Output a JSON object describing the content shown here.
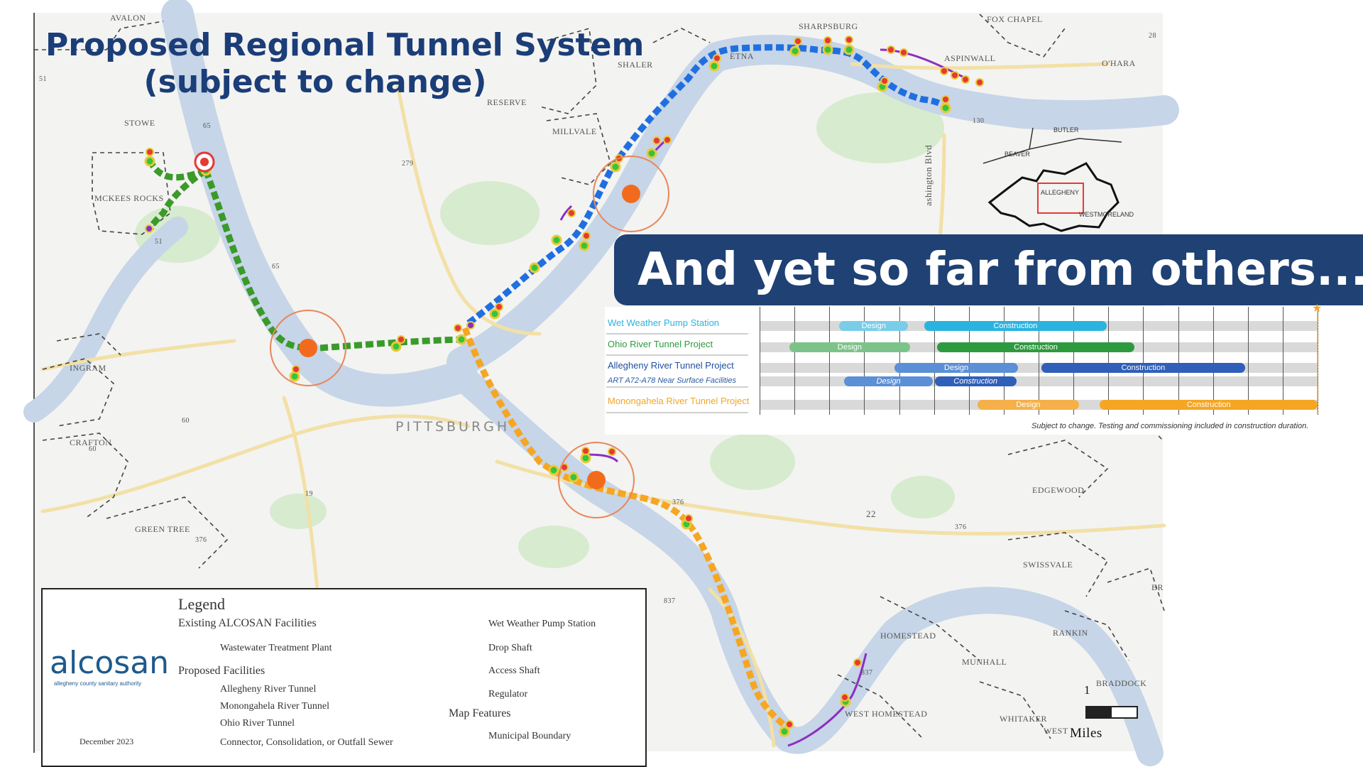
{
  "map": {
    "title_line1": "Proposed Regional Tunnel System",
    "title_line2": "(subject to change)",
    "city_label": "PITTSBURGH",
    "places": [
      "AVALON",
      "SHARPSBURG",
      "FOX CHAPEL",
      "SHALER",
      "ETNA",
      "ASPINWALL",
      "O'HARA",
      "STOWE",
      "RESERVE",
      "MILLVALE",
      "MCKEES ROCKS",
      "INGRAM",
      "CRAFTON",
      "GREEN TREE",
      "EDGEWOOD",
      "SWISSVALE",
      "RANKIN",
      "HOMESTEAD",
      "MUNHALL",
      "WEST HOMESTEAD",
      "BRADDOCK",
      "WHITAKER",
      "WEST",
      "BR"
    ],
    "road_labels": [
      "51",
      "65",
      "279",
      "65",
      "51",
      "60",
      "60",
      "19",
      "376",
      "376",
      "22",
      "376",
      "837",
      "837",
      "130",
      "28"
    ],
    "street_label": "ashington Blvd",
    "scale_number": "1",
    "scale_unit": "Miles",
    "inset_labels": [
      "BUTLER",
      "BEAVER",
      "ALLEGHENY",
      "WESTMORELAND"
    ],
    "colors": {
      "river": "#c8d6e6",
      "park": "#cfe6c7",
      "allegheny_tunnel": "#1f6fe0",
      "mon_tunnel": "#f5a623",
      "ohio_tunnel": "#3a9a2a",
      "connector": "#8c2ec2",
      "regulator": "#e53935",
      "drop_shaft": "#35c53a"
    }
  },
  "banner": {
    "text": "And yet so far from others....."
  },
  "gantt": {
    "rows": [
      {
        "label": "Wet Weather Pump Station",
        "color": "#2bb3e0",
        "bars": [
          {
            "label": "Design",
            "start": 0.143,
            "end": 0.266,
            "color": "#79cde8"
          },
          {
            "label": "Construction",
            "start": 0.295,
            "end": 0.622,
            "color": "#2bb3e0"
          }
        ]
      },
      {
        "label": "Ohio River Tunnel Project",
        "color": "#2e9a3e",
        "bars": [
          {
            "label": "Design",
            "start": 0.053,
            "end": 0.27,
            "color": "#7cc389"
          },
          {
            "label": "Construction",
            "start": 0.318,
            "end": 0.672,
            "color": "#2e9a3e"
          }
        ]
      },
      {
        "label": "Allegheny River Tunnel Project",
        "color": "#1f4fa0",
        "bars": [
          {
            "label": "Design",
            "start": 0.242,
            "end": 0.463,
            "color": "#5b8fd6"
          },
          {
            "label": "Construction",
            "start": 0.505,
            "end": 0.87,
            "color": "#2f5fb8"
          }
        ]
      },
      {
        "label": "ART A72-A78 Near Surface Facilities",
        "color": "#2c5aa0",
        "bars": [
          {
            "label": "Design",
            "start": 0.152,
            "end": 0.31,
            "color": "#5b8fd6"
          },
          {
            "label": "Construction",
            "start": 0.314,
            "end": 0.46,
            "color": "#2f5fb8"
          }
        ]
      },
      {
        "label": "Monongahela River Tunnel Project",
        "color": "#f5a623",
        "bars": [
          {
            "label": "Design",
            "start": 0.39,
            "end": 0.573,
            "color": "#f5b04a"
          },
          {
            "label": "Construction",
            "start": 0.61,
            "end": 1.0,
            "color": "#f5a623"
          }
        ]
      }
    ],
    "note": "Subject to change. Testing and commissioning included in construction duration."
  },
  "legend": {
    "title": "Legend",
    "existing_heading": "Existing ALCOSAN Facilities",
    "wwtp": "Wastewater Treatment Plant",
    "proposed_heading": "Proposed Facilities",
    "allegheny": "Allegheny River Tunnel",
    "mon": "Monongahela River Tunnel",
    "ohio": "Ohio River Tunnel",
    "connector": "Connector, Consolidation, or Outfall Sewer",
    "pump_station": "Wet Weather Pump Station",
    "drop_shaft": "Drop Shaft",
    "access_shaft": "Access Shaft",
    "regulator": "Regulator",
    "map_features": "Map Features",
    "municipal": "Municipal Boundary",
    "date": "December 2023",
    "logo_word": "alcosan",
    "logo_sub": "allegheny county sanitary authority"
  }
}
